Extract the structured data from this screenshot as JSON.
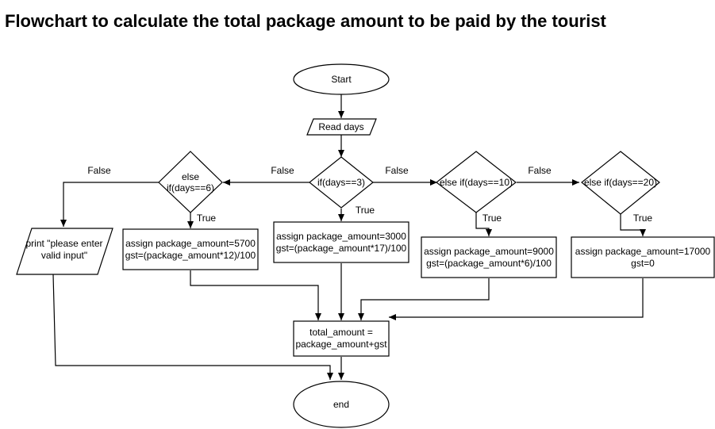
{
  "title": "Flowchart to calculate the total package amount to be paid by the tourist",
  "nodes": {
    "start": "Start",
    "read_days": "Read days",
    "if_days_3": "if(days==3)",
    "else_if_days_6": [
      "else",
      "if(days==6)"
    ],
    "else_if_days_10": "else if(days==10)",
    "else_if_days_20": "else if(days==20)",
    "assign_3": [
      "assign package_amount=3000",
      "gst=(package_amount*17)/100"
    ],
    "assign_6": [
      "assign package_amount=5700",
      "gst=(package_amount*12)/100"
    ],
    "assign_10": [
      "assign package_amount=9000",
      "gst=(package_amount*6)/100"
    ],
    "assign_20": [
      "assign package_amount=17000",
      "gst=0"
    ],
    "print_invalid": [
      "print \"please enter",
      "valid input\""
    ],
    "total": [
      "total_amount =",
      "package_amount+gst"
    ],
    "end": "end"
  },
  "edge_labels": {
    "true": "True",
    "false": "False"
  }
}
